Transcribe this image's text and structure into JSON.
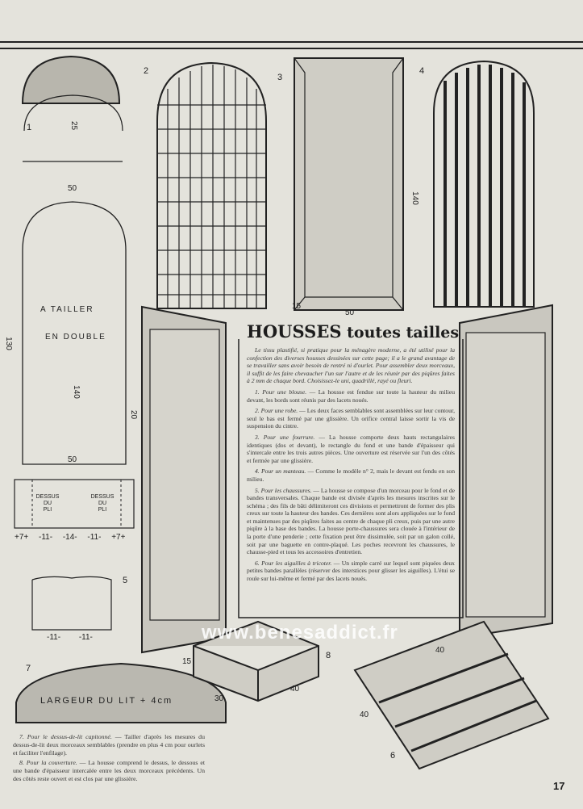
{
  "article": {
    "title_main": "HOUSSES",
    "title_rest": "toutes tailles",
    "intro": "Le tissu plastifié, si pratique pour la ménagère moderne, a été utilisé pour la confection des diverses housses dessinées sur cette page; il a le grand avantage de se travailler sans avoir besoin de rentré ni d'ourlet. Pour assembler deux morceaux, il suffit de les faire chevaucher l'un sur l'autre et de les réunir par des piqûres faites à 2 mm de chaque bord. Choisissez-le uni, quadrillé, rayé ou fleuri.",
    "items": [
      {
        "head": "1. Pour une blouse.",
        "body": " — La housse est fendue sur toute la hauteur du milieu devant, les bords sont réunis par des lacets noués."
      },
      {
        "head": "2. Pour une robe.",
        "body": " — Les deux faces semblables sont assemblées sur leur contour, seul le bas est fermé par une glissière. Un orifice central laisse sortir la vis de suspension du cintre."
      },
      {
        "head": "3. Pour une fourrure.",
        "body": " — La housse comporte deux hauts rectangulaires identiques (dos et devant), le rectangle du fond et une bande d'épaisseur qui s'intercale entre les trois autres pièces. Une ouverture est réservée sur l'un des côtés et fermée par une glissière."
      },
      {
        "head": "4. Pour un manteau.",
        "body": " — Comme le modèle n° 2, mais le devant est fendu en son milieu."
      },
      {
        "head": "5. Pour les chaussures.",
        "body": " — La housse se compose d'un morceau pour le fond et de bandes transversales. Chaque bande est divisée d'après les mesures inscrites sur le schéma ; des fils de bâti délimiteront ces divisions et permettront de former des plis creux sur toute la hauteur des bandes. Ces dernières sont alors appliquées sur le fond et maintenues par des piqûres faites au centre de chaque pli creux, puis par une autre piqûre à la base des bandes. La housse porte-chaussures sera clouée à l'intérieur de la porte d'une penderie ; cette fixation peut être dissimulée, soit par un galon collé, soit par une baguette en contre-plaqué. Les poches recevront les chaussures, le chausse-pied et tous les accessoires d'entretien."
      },
      {
        "head": "6. Pour les aiguilles à tricoter.",
        "body": " — Un simple carré sur lequel sont piquées deux petites bandes parallèles (réserver des interstices pour glisser les aiguilles). L'étui se roule sur lui-même et fermé par des lacets noués."
      }
    ]
  },
  "footnotes": [
    {
      "head": "7. Pour le dessus-de-lit capitonné.",
      "body": " — Tailler d'après les mesures du dessus-de-lit deux morceaux semblables (prendre en plus 4 cm pour ourlets et faciliter l'enfilage)."
    },
    {
      "head": "8. Pour la couverture.",
      "body": " — La housse comprend le dessus, le dessous et une bande d'épaisseur intercalée entre les deux morceaux précédents. Un des côtés reste ouvert et est clos par une glissière."
    }
  ],
  "figures": {
    "numbers": [
      "1",
      "2",
      "3",
      "4",
      "5",
      "6",
      "7",
      "8"
    ],
    "fig1": {
      "height_top": "25",
      "width_top": "50",
      "cut_note_1": "A TAILLER",
      "cut_note_2": "EN DOUBLE",
      "total_height": "130",
      "inner_height": "140",
      "width_bottom": "50"
    },
    "fig3": {
      "height": "140",
      "depth": "15",
      "width": "50"
    },
    "fig5": {
      "pleat_left_1": "DESSUS",
      "pleat_left_2": "DU",
      "pleat_left_3": "PLI",
      "pleat_right_1": "DESSUS",
      "pleat_right_2": "DU",
      "pleat_right_3": "PLI",
      "strip_dims": "+7+ -11- -14- -11- +7+",
      "pocket_dims": "-11- -11-",
      "door_height": "20"
    },
    "fig7": {
      "bed_label": "LARGEUR DU LIT + 4cm"
    },
    "fig8": {
      "height": "15",
      "depth": "30",
      "width": "40"
    },
    "fig6": {
      "top": "40",
      "side": "40"
    }
  },
  "watermark": "www.benesaddict.fr",
  "page_number": "17"
}
